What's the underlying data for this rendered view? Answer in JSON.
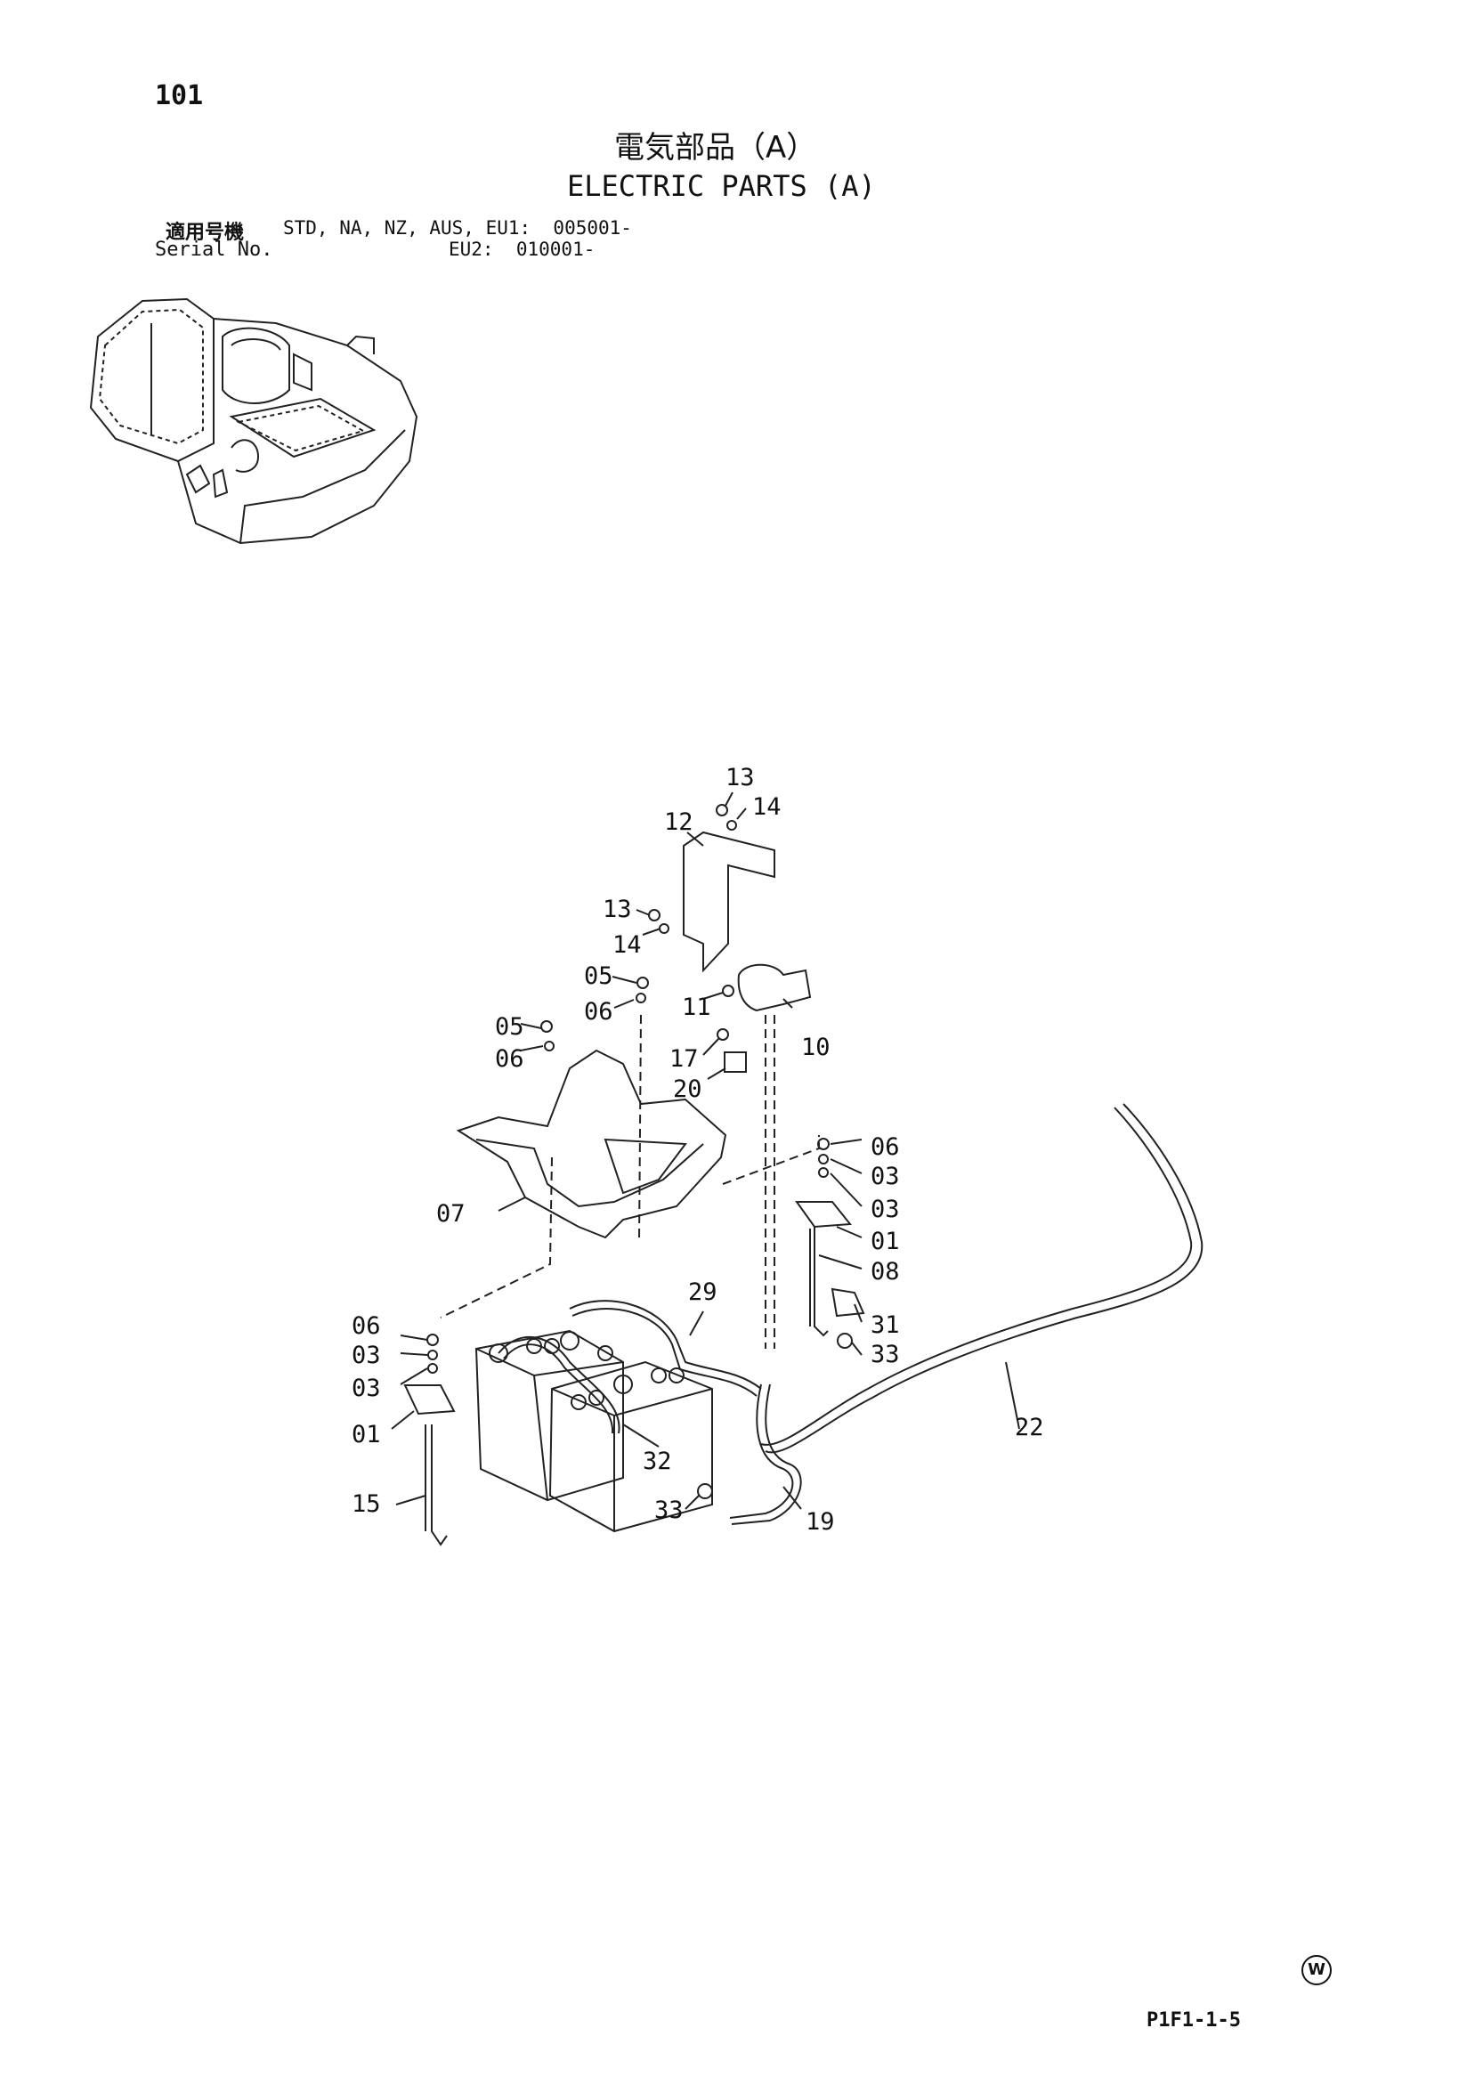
{
  "page_number": "101",
  "title_jp": "電気部品（A）",
  "title_en": "ELECTRIC PARTS (A)",
  "serial": {
    "label_jp": "適用号機",
    "label_en": "Serial No.",
    "line1": "STD, NA, NZ, AUS, EU1:  005001-",
    "line2": "EU2:  010001-"
  },
  "page_code": "P1F1-1-5",
  "mark": "W",
  "callouts": [
    {
      "id": "13",
      "name": "callout-13-top"
    },
    {
      "id": "14",
      "name": "callout-14-top"
    },
    {
      "id": "12",
      "name": "callout-12"
    },
    {
      "id": "13",
      "name": "callout-13-mid"
    },
    {
      "id": "14",
      "name": "callout-14-mid"
    },
    {
      "id": "05",
      "name": "callout-05-a"
    },
    {
      "id": "06",
      "name": "callout-06-a"
    },
    {
      "id": "05",
      "name": "callout-05-b"
    },
    {
      "id": "06",
      "name": "callout-06-b"
    },
    {
      "id": "11",
      "name": "callout-11"
    },
    {
      "id": "10",
      "name": "callout-10"
    },
    {
      "id": "17",
      "name": "callout-17"
    },
    {
      "id": "20",
      "name": "callout-20"
    },
    {
      "id": "07",
      "name": "callout-07"
    },
    {
      "id": "06",
      "name": "callout-06-right"
    },
    {
      "id": "03",
      "name": "callout-03-right-a"
    },
    {
      "id": "03",
      "name": "callout-03-right-b"
    },
    {
      "id": "01",
      "name": "callout-01-right"
    },
    {
      "id": "08",
      "name": "callout-08"
    },
    {
      "id": "29",
      "name": "callout-29"
    },
    {
      "id": "31",
      "name": "callout-31"
    },
    {
      "id": "33",
      "name": "callout-33-right"
    },
    {
      "id": "06",
      "name": "callout-06-left"
    },
    {
      "id": "03",
      "name": "callout-03-left-a"
    },
    {
      "id": "03",
      "name": "callout-03-left-b"
    },
    {
      "id": "01",
      "name": "callout-01-left"
    },
    {
      "id": "22",
      "name": "callout-22"
    },
    {
      "id": "32",
      "name": "callout-32"
    },
    {
      "id": "15",
      "name": "callout-15"
    },
    {
      "id": "33",
      "name": "callout-33-bottom"
    },
    {
      "id": "19",
      "name": "callout-19"
    }
  ]
}
